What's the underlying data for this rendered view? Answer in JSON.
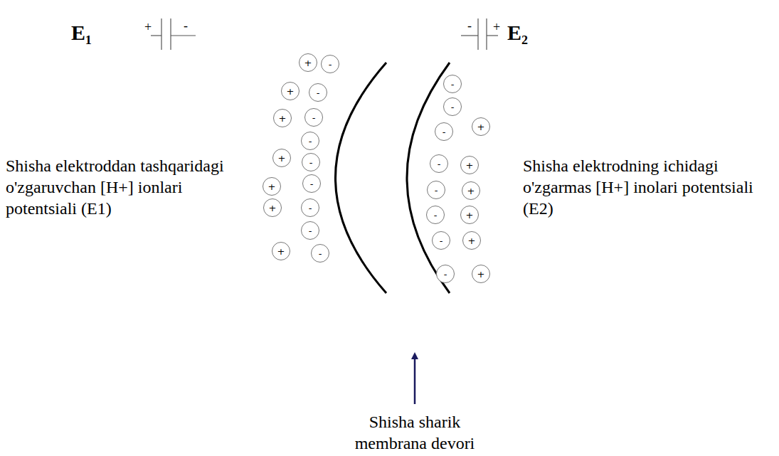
{
  "diagram": {
    "nodes": [
      {
        "text": [
          "+"
        ]
      },
      {
        "text": [
          "-"
        ]
      },
      {
        "text": [
          "+"
        ]
      },
      {
        "text": [
          "-"
        ]
      },
      {
        "text": [
          "-"
        ]
      },
      {
        "text": [
          "+"
        ]
      },
      {
        "text": [
          "-"
        ]
      },
      {
        "text": [
          "+"
        ]
      },
      {
        "text": [
          "-"
        ]
      },
      {
        "text": [
          "+"
        ]
      },
      {
        "text": [
          "-"
        ]
      },
      {
        "text": [
          "+"
        ]
      },
      {
        "text": [
          "-"
        ]
      },
      {
        "text": [
          "-"
        ]
      },
      {
        "text": [
          "+"
        ]
      },
      {
        "text": [
          "-"
        ]
      },
      {
        "text": [
          "-"
        ]
      },
      {
        "text": [
          "-"
        ]
      },
      {
        "text": [
          "+"
        ]
      },
      {
        "text": [
          "-"
        ]
      },
      {
        "text": [
          "-"
        ]
      },
      {
        "text": [
          "+"
        ]
      },
      {
        "text": [
          "-"
        ]
      },
      {
        "text": [
          "+"
        ]
      },
      {
        "text": [
          "-"
        ]
      },
      {
        "text": [
          "+"
        ]
      },
      {
        "text": [
          "-"
        ]
      },
      {
        "text": [
          "+"
        ]
      },
      {
        "text": [
          "-"
        ]
      },
      {
        "text": [
          "+"
        ]
      }
    ],
    "labels": [
      "E₁",
      "+",
      "-",
      "-",
      "+",
      "E₂",
      "Shisha elektroddan tashqaridagi o'zgaruvchan [H+] ionlari potentsiali (E1)",
      "Shisha elektrodning ichidagi o'zgarmas [H+] inolari potentsiali (E2)",
      "Shisha sharik membrana devori"
    ]
  }
}
